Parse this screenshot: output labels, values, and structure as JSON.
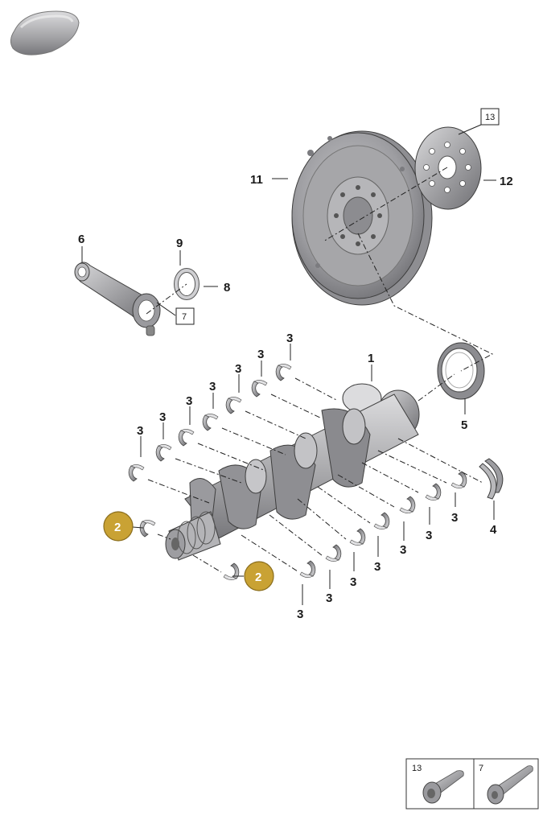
{
  "colors": {
    "part_fill": "#a9a9ab",
    "part_light": "#d3d3d5",
    "part_dark": "#6e6e72",
    "highlight_badge": "#c9a234"
  },
  "icons": {
    "top_left": "component-pill-icon"
  },
  "callouts": {
    "crankshaft": "1",
    "thrust_washer": "2",
    "main_bearing_shell": "3",
    "thrust_ring": "4",
    "shaft_seal": "5",
    "connecting_rod": "6",
    "rod_bolt": "7",
    "big_end_bearing_lower": "8",
    "big_end_bearing_upper": "9",
    "flywheel": "11",
    "spacer_plate": "12",
    "flywheel_bolt": "13"
  },
  "legend": {
    "left_label": "13",
    "right_label": "7"
  }
}
